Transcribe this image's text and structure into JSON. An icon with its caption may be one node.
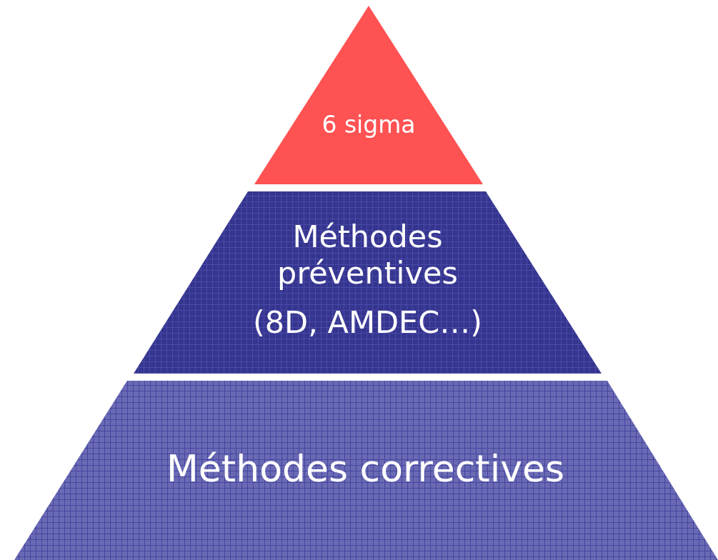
{
  "diagram": {
    "nodes": [
      {
        "text": [
          "6 sigma"
        ]
      },
      {
        "text": [
          "Méthodes préventives",
          "(8D, AMDEC…)"
        ]
      },
      {
        "text": [
          "Méthodes correctives"
        ]
      }
    ]
  }
}
